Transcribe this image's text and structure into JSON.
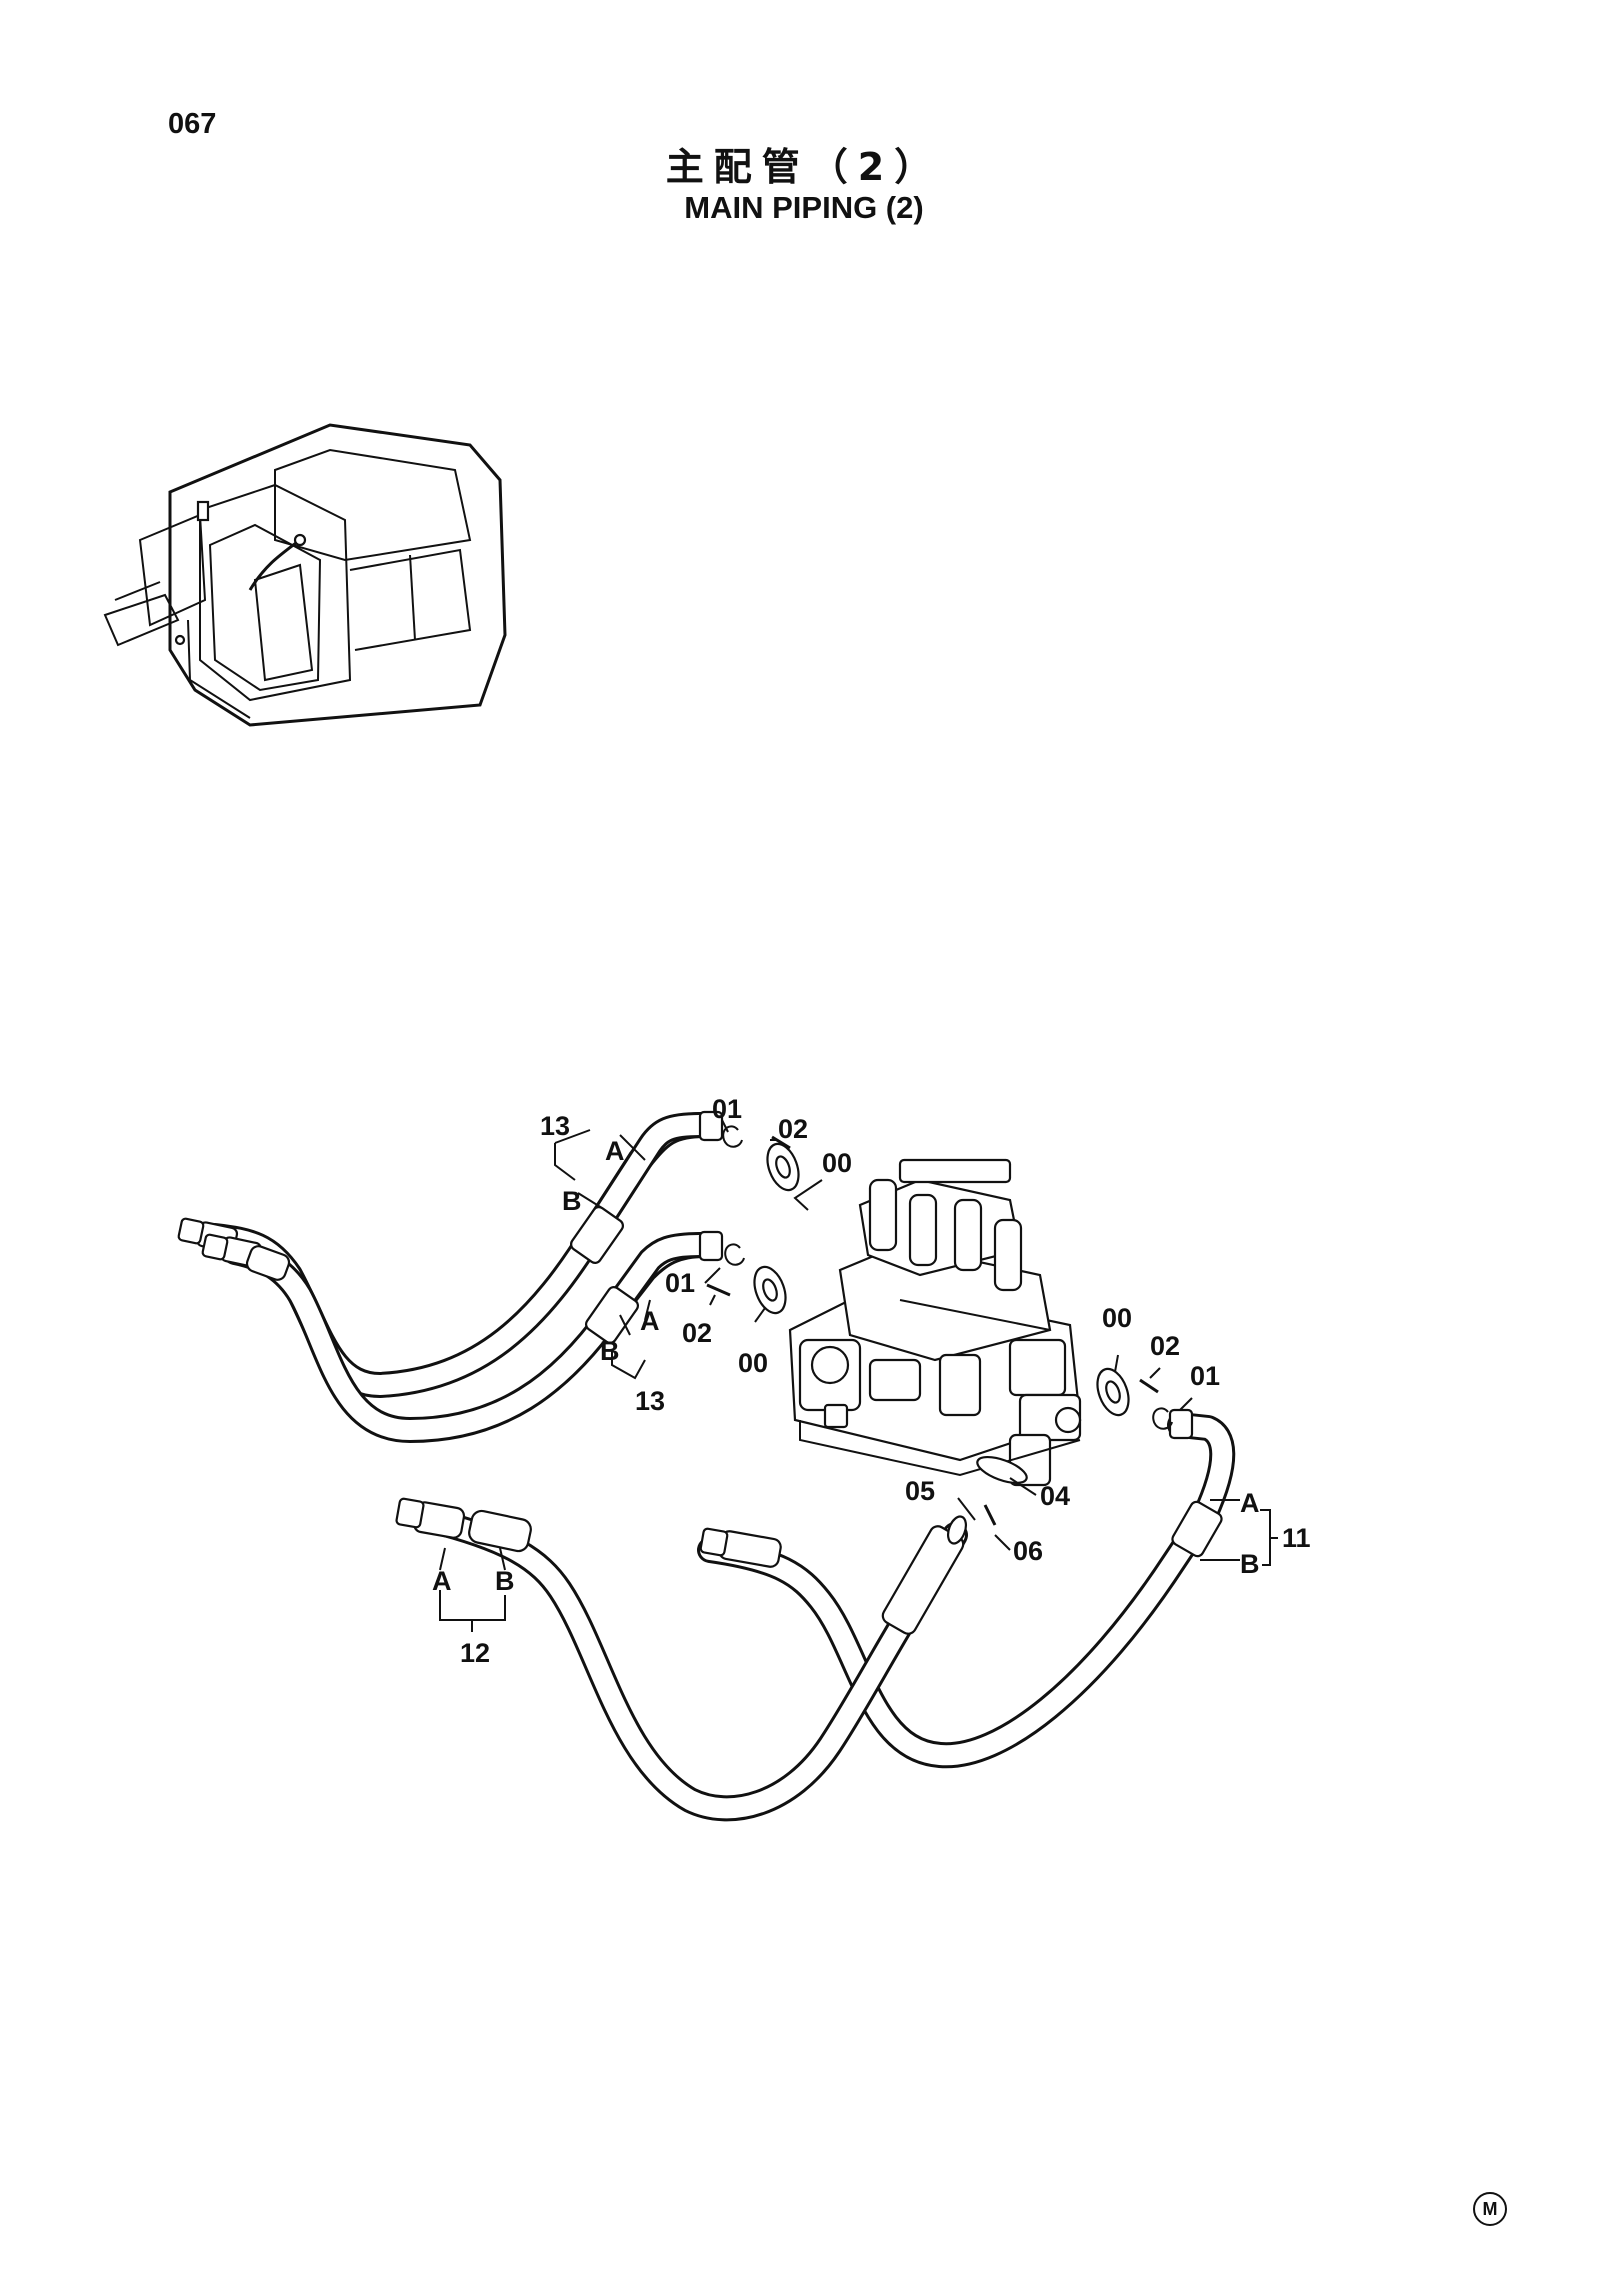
{
  "header": {
    "page_number": "067",
    "title_cn": "主配管（2）",
    "title_en": "MAIN PIPING (2)"
  },
  "callouts": {
    "c13_top": "13",
    "c13_top_A": "A",
    "c13_top_B": "B",
    "c01_top": "01",
    "c02_top": "02",
    "c00_top": "00",
    "c01_mid": "01",
    "c02_mid": "02",
    "c00_mid": "00",
    "c13_bot_A": "A",
    "c13_bot_B": "B",
    "c13_bot": "13",
    "c00_right": "00",
    "c02_right": "02",
    "c01_right": "01",
    "c05": "05",
    "c04": "04",
    "c06": "06",
    "c11_A": "A",
    "c11_B": "B",
    "c11": "11",
    "c12_A": "A",
    "c12_B": "B",
    "c12": "12"
  },
  "footer": {
    "mark": "M"
  }
}
